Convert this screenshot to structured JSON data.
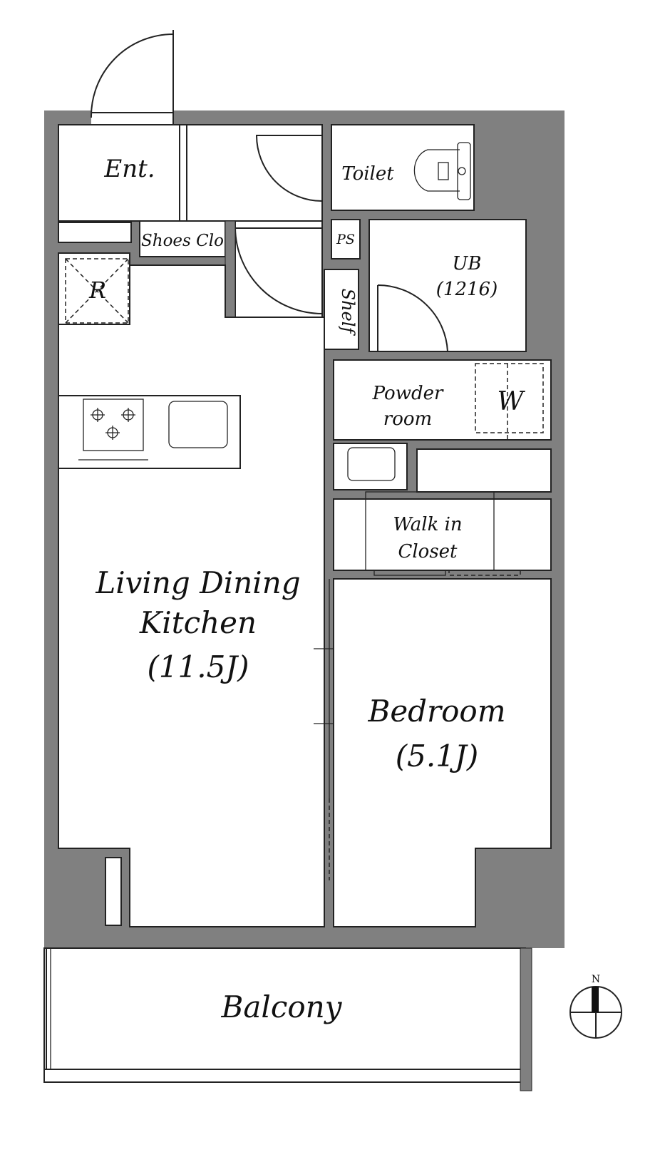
{
  "rooms": {
    "entrance": "Ent.",
    "toilet": "Toilet",
    "shoes_closet": "Shoes Clo",
    "ps": "PS",
    "refrigerator": "R",
    "shelf": "Shelf",
    "unit_bath": {
      "name": "UB",
      "size": "(1216)"
    },
    "powder_room": {
      "line1": "Powder",
      "line2": "room"
    },
    "washer": "W",
    "walk_in_closet": {
      "line1": "Walk in",
      "line2": "Closet"
    },
    "ldk": {
      "line1": "Living Dining",
      "line2": "Kitchen",
      "size": "(11.5J)"
    },
    "bedroom": {
      "name": "Bedroom",
      "size": "(5.1J)"
    },
    "balcony": "Balcony"
  },
  "compass": {
    "north_label": "N"
  },
  "colors": {
    "wall": "#808080",
    "line": "#222222",
    "background": "#ffffff"
  }
}
